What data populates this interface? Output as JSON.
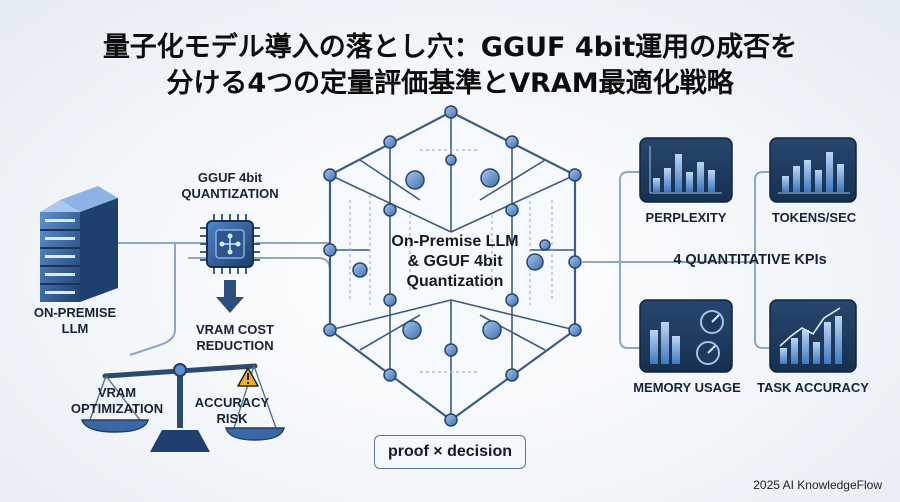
{
  "title": {
    "line1": "量子化モデル導入の落とし穴：GGUF 4bit運用の成否を",
    "line2": "分ける4つの定量評価基準とVRAM最適化戦略"
  },
  "left": {
    "server_label": "ON-PREMISE\nLLM",
    "chip_label": "GGUF 4bit\nQUANTIZATION",
    "cost_label": "VRAM COST\nREDUCTION",
    "scale_left_label": "VRAM\nOPTIMIZATION",
    "scale_right_label": "ACCURACY\nRISK"
  },
  "center": {
    "label": "On-Premise LLM\n& GGUF 4bit\nQuantization",
    "decision_label": "proof × decision"
  },
  "kpis": {
    "heading": "4 QUANTITATIVE KPIs",
    "items": [
      {
        "label": "PERPLEXITY",
        "icon": "bar-chart-icon"
      },
      {
        "label": "TOKENS/SEC",
        "icon": "bar-chart-icon"
      },
      {
        "label": "MEMORY USAGE",
        "icon": "gauge-chart-icon"
      },
      {
        "label": "TASK ACCURACY",
        "icon": "bar-chart-icon"
      }
    ]
  },
  "footer": "2025 AI KnowledgeFlow",
  "colors": {
    "navy": "#1e3a63",
    "blue": "#3f78c0",
    "light_blue": "#8fb3df",
    "line": "#6e88a8",
    "warning": "#f2b21b"
  }
}
